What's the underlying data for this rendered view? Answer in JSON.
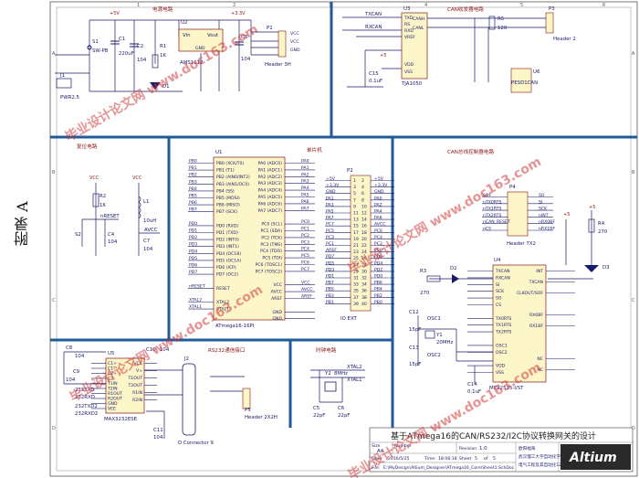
{
  "side_label": "附录 A",
  "grid": {
    "columns": [
      "1",
      "2",
      "3",
      "4",
      "5",
      "6"
    ],
    "rows": [
      "A",
      "B",
      "C",
      "D"
    ]
  },
  "watermark": "毕业设计论文网 www.doc163.com",
  "sections": {
    "power": "电源电路",
    "reset": "复位电路",
    "mcu": "单片机",
    "can_transceiver": "CAN收发器电路",
    "can_controller": "CAN总线控制器电路",
    "rs232": "RS232通信接口",
    "clock": "时钟电路"
  },
  "power": {
    "vcc": "+5V",
    "vout": "+3.3V",
    "s1_ref": "S1",
    "s1_name": "SW-PB",
    "j1_ref": "J1",
    "j1_name": "PWR2.5",
    "c1": "C1",
    "c1_val": "220uF",
    "c2": "C2",
    "c2_val": "104",
    "r1": "R1",
    "r1_val": "1K",
    "d1": "D1",
    "u2": "U2",
    "u2_name": "AMS1117",
    "u2_vin": "Vin",
    "u2_vout": "Vout",
    "u2_gnd": "GND",
    "c3": "C3",
    "c3_val": "104",
    "p1": "P1",
    "p1_name": "Header 3H",
    "p1_pins": [
      "VCC",
      "VCC",
      "GND"
    ]
  },
  "can_trx": {
    "u3": "U3",
    "u3_name": "TJA1050",
    "left_pins": [
      "TXD",
      "RS",
      "RXD",
      "VREF",
      "VDD",
      "VSS"
    ],
    "right_pins": [
      "CANH",
      "CANL"
    ],
    "nets_left": [
      "TXCAN",
      "RXCAN"
    ],
    "r5": "R5",
    "r5_val": "120",
    "p3": "P3",
    "p3_name": "Header 2",
    "u6": "U6",
    "u6_name": "PESD1CAN",
    "c15": "C15",
    "c15_val": "0.1uF",
    "supply": "+5"
  },
  "reset": {
    "vcc": "VCC",
    "r2": "R2",
    "r2_val": "1K",
    "s2": "S2",
    "c4": "C4",
    "c4_val": "104",
    "net": "nRESET",
    "l1": "L1",
    "l1_val": "10uH",
    "avcc": "AVCC",
    "c7": "C7",
    "c7_val": "104"
  },
  "mcu": {
    "u1": "U1",
    "u1_name": "ATmega16-16PI",
    "left_pins": [
      "PB0 (XCK/T0)",
      "PB1 (T1)",
      "PB2 (AIN0/INT2)",
      "PB3 (AIN1/OC0)",
      "PB4 (SS)",
      "PB5 (MOSI)",
      "PB6 (MISO)",
      "PB7 (SCK)",
      "",
      "PD0 (RXD)",
      "PD1 (TXD)",
      "PD2 (INT0)",
      "PD3 (INT1)",
      "PD4 (OC1B)",
      "PD5 (OC1A)",
      "PD6 (ICP)",
      "PD7 (OC2)",
      "",
      "RESET",
      "",
      "XTAL2",
      "XTAL1"
    ],
    "right_pins": [
      "PA0 (ADC0)",
      "PA1 (ADC1)",
      "PA2 (ADC2)",
      "PA3 (ADC3)",
      "PA4 (ADC4)",
      "PA5 (ADC5)",
      "PA6 (ADC6)",
      "PA7 (ADC7)",
      "",
      "PC0 (SCL)",
      "PC1 (SDA)",
      "PC2 (TCK)",
      "PC3 (TMS)",
      "PC4 (TDO)",
      "PC5 (TDI)",
      "PC6 (TOSC1)",
      "PC7 (TOSC2)",
      "",
      "VCC",
      "AVCC",
      "AREF",
      "",
      "GND",
      "GND"
    ],
    "left_nets": [
      "PB0",
      "PB1",
      "PB2",
      "PB3",
      "PB4",
      "PB5",
      "PB6",
      "PB7",
      "",
      "PD0",
      "PD1",
      "PD2",
      "PD3",
      "PD4",
      "PD5",
      "PD6",
      "PD7",
      "",
      "nRESET",
      "",
      "XTAL2",
      "XTAL1"
    ],
    "right_nets": [
      "PA0",
      "PA1",
      "PA2",
      "PA3",
      "PA4",
      "PA5",
      "PA6",
      "PA7",
      "",
      "PC0",
      "PC1",
      "PC2",
      "PC3",
      "PC4",
      "PC5",
      "PC6",
      "PC7",
      "",
      "VCC",
      "AVCC",
      "AREF",
      "",
      "",
      ""
    ],
    "p2": "P2",
    "p2_name": "IO EXT",
    "p2_left": [
      "+5V",
      "+3.3V",
      "GND",
      "PA1",
      "PA3",
      "PA5",
      "PA7",
      "PC7",
      "PC5",
      "PC3",
      "PC1",
      "AREF",
      "PD7",
      "PD5",
      "PD3",
      "PD1",
      "PB7",
      "PB5",
      "PB3",
      "PB1"
    ],
    "p2_right": [
      "+5V",
      "+3.3V",
      "GND",
      "PA0",
      "PA2",
      "PA4",
      "PA6",
      "AVCC",
      "PC6",
      "PC4",
      "PC2",
      "PC0",
      "PD6",
      "PD4",
      "PD2",
      "PD0",
      "PB6",
      "PB4",
      "PB2",
      "PB0"
    ]
  },
  "can_ctrl": {
    "p4": "P4",
    "p4_name": "Header 7X2",
    "p4_left": [
      "SOF",
      "nTX0RTS",
      "nTX1RTS",
      "nTX2RTS",
      "nCAN_RESET",
      "nCS"
    ],
    "p4_right": [
      "SO",
      "SI",
      "SCK",
      "nINT",
      "nRX0BF",
      "nRX1BF"
    ],
    "u4": "U4",
    "u4_name": "MCP2515-I/ST",
    "u4_left": [
      "TXCAN",
      "RXCAN",
      "SI",
      "SCK",
      "SO",
      "CS",
      "",
      "TX0RTS",
      "TX1RTS",
      "TX2RTS",
      "",
      "OSC1",
      "OSC2",
      "",
      "VDD",
      "VSS"
    ],
    "u4_right": [
      "INT",
      "TXCAN",
      "CLKOUT/SOF",
      "",
      "RX0BF",
      "RX1BF",
      "",
      "",
      "NC",
      "NC"
    ],
    "r3": "R3",
    "r3_val": "270",
    "r4": "R4",
    "r4_val": "270",
    "d2": "D2",
    "d3": "D3",
    "c12": "C12",
    "c12_val": "15pF",
    "c13": "C13",
    "c13_val": "15pF",
    "y1": "Y1",
    "y1_val": "20MHz",
    "c14": "C14",
    "c14_val": "0.1uF",
    "osc": [
      "OSC1",
      "OSC2"
    ],
    "supply": "+5"
  },
  "rs232": {
    "u5": "U5",
    "u5_name": "MAX3232ESE",
    "u5_pins": [
      "C1+",
      "C1-",
      "C2+",
      "C2-",
      "T1IN",
      "T2IN",
      "R1OUT",
      "R2OUT",
      "GND",
      "VEE",
      "VCC",
      "V+",
      "T1OUT",
      "T2OUT",
      "R1IN",
      "R2IN"
    ],
    "c8": "C8",
    "c9": "C9",
    "c10": "C10",
    "c11": "C11",
    "cap_val": "104",
    "j2": "J2",
    "j2_name": "D Connector 9",
    "p5": "P5",
    "p5_name": "Header 2X2H",
    "nets": [
      "232TXD",
      "232RXD",
      "232TXD2",
      "232RXD2"
    ]
  },
  "clock": {
    "y2": "Y2",
    "y2_val": "8MHz",
    "c5": "C5",
    "c5_val": "22pF",
    "c6": "C6",
    "c6_val": "22pF",
    "nets": [
      "XTAL2",
      "XTAL1"
    ]
  },
  "title_block": {
    "title": "基于ATmega16的CAN/RS232/I2C协议转换网关的设计",
    "size_label": "Size",
    "size": "A4",
    "number_label": "Number",
    "revision_label": "Revision",
    "revision": "1.0",
    "date_label": "Date:",
    "date": "2016/5/25",
    "time_label": "Time:",
    "time": "18:06:18",
    "sheet_label": "Sheet",
    "sheet": "5",
    "of_label": "of",
    "sheets": "5",
    "file_label": "File:",
    "file": "E:\\MyDesign\\Altium_Designer\\ATmega16_Core\\Sheet1.SchDoc",
    "designer": "欧阳福海",
    "school": "武汉理工大学自动化学院",
    "major": "电气工程及其自动化1202班",
    "logo": "Altium"
  }
}
